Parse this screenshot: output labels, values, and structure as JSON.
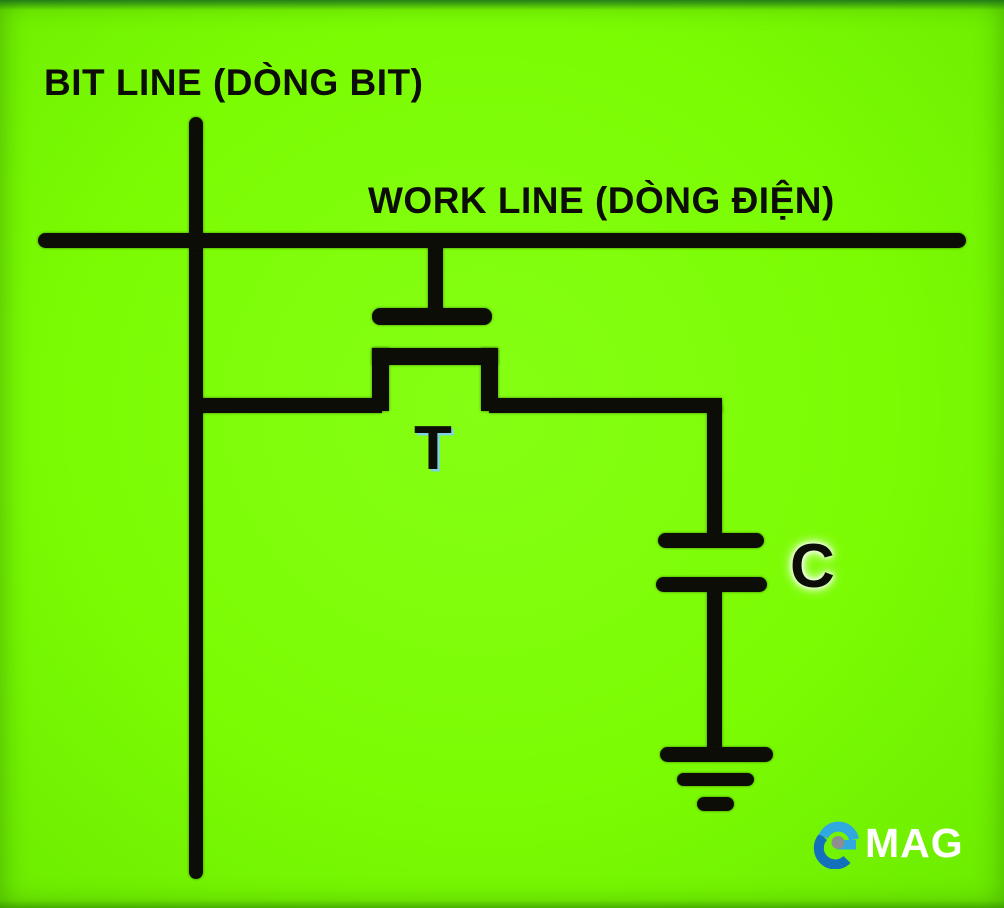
{
  "colors": {
    "background": "#7BFC03",
    "background_light": "#85FF14",
    "background_dark": "#6CEB00",
    "line": "#0D0D08",
    "label": "#0D0D08",
    "t_shadow": "#7ED2E0",
    "c_glow": "#FFFFFF",
    "logo_light_blue": "#2FA9DF",
    "logo_dark_blue": "#1371BC",
    "logo_dot_gray": "#8D8D92",
    "logo_text": "#FFFFFF"
  },
  "labels": {
    "bit_line": "BIT LINE (DÒNG BIT)",
    "work_line": "WORK LINE (DÒNG ĐIỆN)",
    "transistor": "T",
    "capacitor": "C"
  },
  "logo": {
    "text": "MAG"
  },
  "diagram": {
    "type": "circuit-diagram",
    "components": [
      {
        "name": "bit-line",
        "label": "BIT LINE (DÒNG BIT)"
      },
      {
        "name": "word-line",
        "label": "WORK LINE (DÒNG ĐIỆN)"
      },
      {
        "name": "transistor",
        "label": "T"
      },
      {
        "name": "capacitor",
        "label": "C"
      },
      {
        "name": "ground",
        "label": ""
      }
    ]
  }
}
